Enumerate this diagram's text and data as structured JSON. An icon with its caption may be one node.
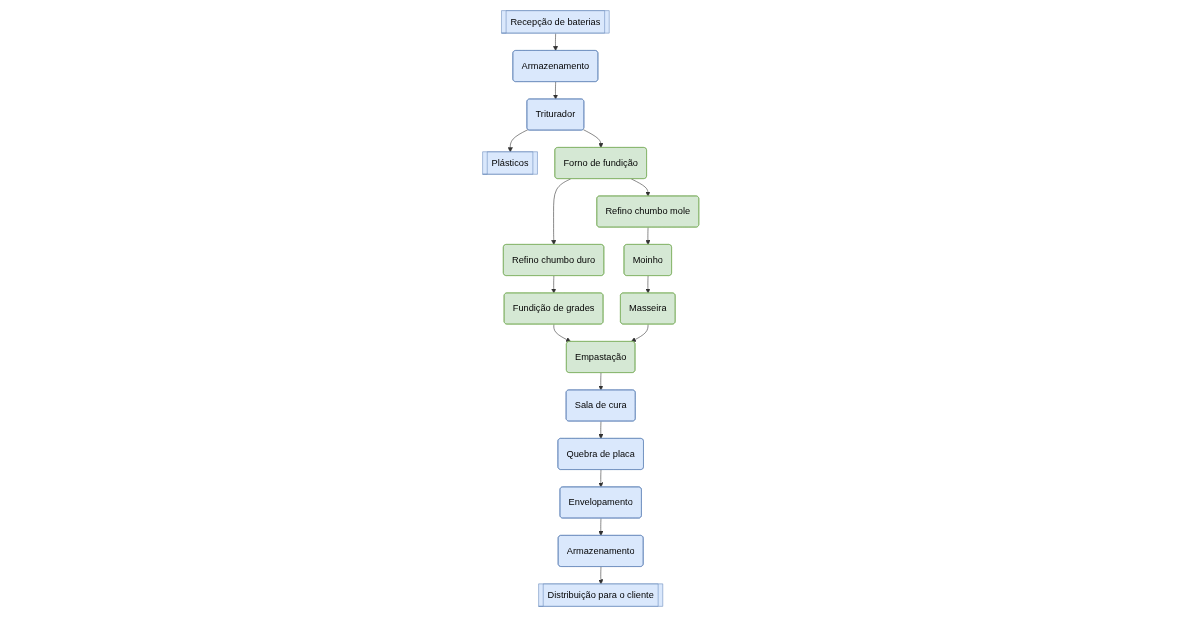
{
  "diagram": {
    "nodes": [
      {
        "text": [
          "Recepção de baterias"
        ]
      },
      {
        "text": [
          "Armazenamento"
        ]
      },
      {
        "text": [
          "Triturador"
        ]
      },
      {
        "text": [
          "Plásticos"
        ]
      },
      {
        "text": [
          "Forno de fundição"
        ]
      },
      {
        "text": [
          "Refino chumbo mole"
        ]
      },
      {
        "text": [
          "Moinho"
        ]
      },
      {
        "text": [
          "Masseira"
        ]
      },
      {
        "text": [
          "Refino chumbo duro"
        ]
      },
      {
        "text": [
          "Fundição de grades"
        ]
      },
      {
        "text": [
          "Empastação"
        ]
      },
      {
        "text": [
          "Sala de cura"
        ]
      },
      {
        "text": [
          "Quebra de placa"
        ]
      },
      {
        "text": [
          "Envelopamento"
        ]
      },
      {
        "text": [
          "Armazenamento"
        ]
      },
      {
        "text": [
          "Distribuição para o cliente"
        ]
      }
    ],
    "edges": [
      {
        "from": 0,
        "to": 1,
        "arrow": "to"
      },
      {
        "from": 1,
        "to": 2,
        "arrow": "to"
      },
      {
        "from": 2,
        "to": 3,
        "arrow": "to"
      },
      {
        "from": 2,
        "to": 4,
        "arrow": "to"
      },
      {
        "from": 4,
        "to": 5,
        "arrow": "to"
      },
      {
        "from": 5,
        "to": 6,
        "arrow": "to"
      },
      {
        "from": 6,
        "to": 7,
        "arrow": "to"
      },
      {
        "from": 4,
        "to": 8,
        "arrow": "to"
      },
      {
        "from": 8,
        "to": 9,
        "arrow": "to"
      },
      {
        "from": 9,
        "to": 10,
        "arrow": "to"
      },
      {
        "from": 7,
        "to": 10,
        "arrow": "to"
      },
      {
        "from": 10,
        "to": 11,
        "arrow": "to"
      },
      {
        "from": 11,
        "to": 12,
        "arrow": "to"
      },
      {
        "from": 12,
        "to": 13,
        "arrow": "to"
      },
      {
        "from": 13,
        "to": 14,
        "arrow": "to"
      },
      {
        "from": 14,
        "to": 15,
        "arrow": "to"
      }
    ]
  }
}
